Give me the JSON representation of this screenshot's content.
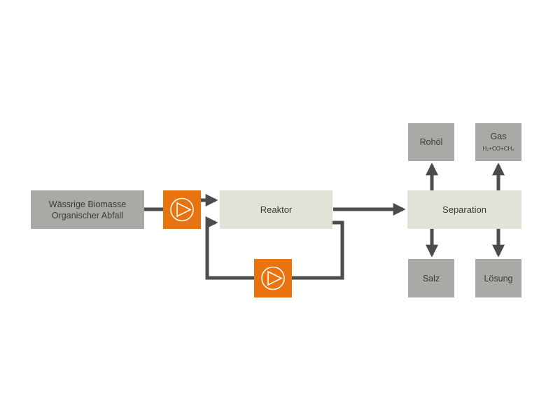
{
  "colors": {
    "gray_box": "#a9aaa6",
    "light_box": "#e3e2d8",
    "pump": "#e8730f",
    "connector": "#4a4c4e",
    "text": "#3a3a3a"
  },
  "nodes": {
    "input": {
      "line1": "Wässrige Biomasse",
      "line2": "Organischer Abfall"
    },
    "reactor": {
      "label": "Reaktor"
    },
    "separation": {
      "label": "Separation"
    },
    "crude_oil": {
      "label": "Rohöl"
    },
    "gas": {
      "label": "Gas",
      "formula": "H₂+CO+CH₄"
    },
    "salt": {
      "label": "Salz"
    },
    "solution": {
      "label": "Lösung"
    }
  },
  "icons": {
    "feed_pump": "pump-icon",
    "recycle_pump": "pump-icon"
  }
}
